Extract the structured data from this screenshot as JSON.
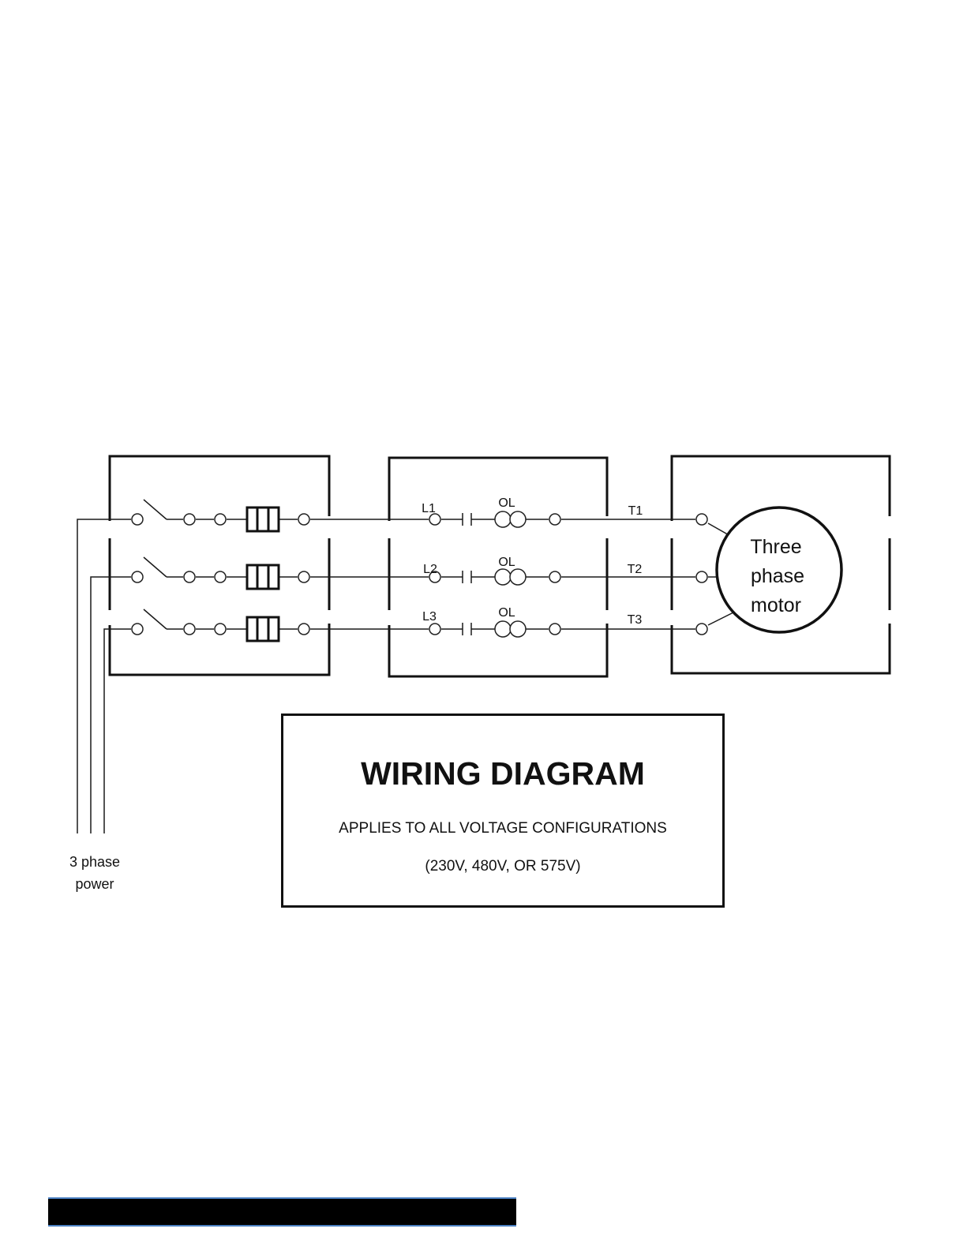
{
  "title": {
    "heading": "WIRING DIAGRAM",
    "subheading": "APPLIES TO ALL VOLTAGE CONFIGURATIONS",
    "voltages": "(230V, 480V, OR 575V)"
  },
  "power_source": {
    "line1": "3 phase",
    "line2": "power"
  },
  "starter": {
    "lines": [
      {
        "line": "L1",
        "overload": "OL",
        "terminal": "T1"
      },
      {
        "line": "L2",
        "overload": "OL",
        "terminal": "T2"
      },
      {
        "line": "L3",
        "overload": "OL",
        "terminal": "T3"
      }
    ]
  },
  "motor": {
    "line1": "Three",
    "line2": "phase",
    "line3": "motor"
  }
}
